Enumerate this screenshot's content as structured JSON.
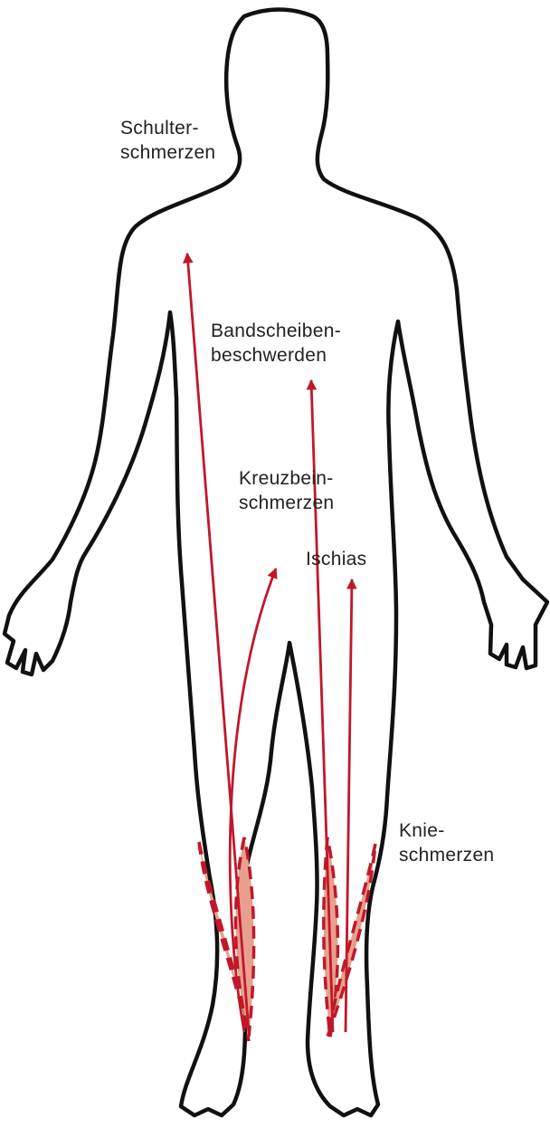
{
  "colors": {
    "outline": "#111111",
    "arrow": "#c0182a",
    "muscle_fill": "#e8a08e",
    "muscle_dash": "#c0182a",
    "text": "#222222"
  },
  "labels": {
    "shoulder": {
      "line1": "Schulter-",
      "line2": "schmerzen"
    },
    "disc": {
      "line1": "Bandscheiben-",
      "line2": "beschwerden"
    },
    "sacrum": {
      "line1": "Kreuzbein-",
      "line2": "schmerzen"
    },
    "sciatica": {
      "line1": "Ischias"
    },
    "knee": {
      "line1": "Knie-",
      "line2": "schmerzen"
    }
  }
}
